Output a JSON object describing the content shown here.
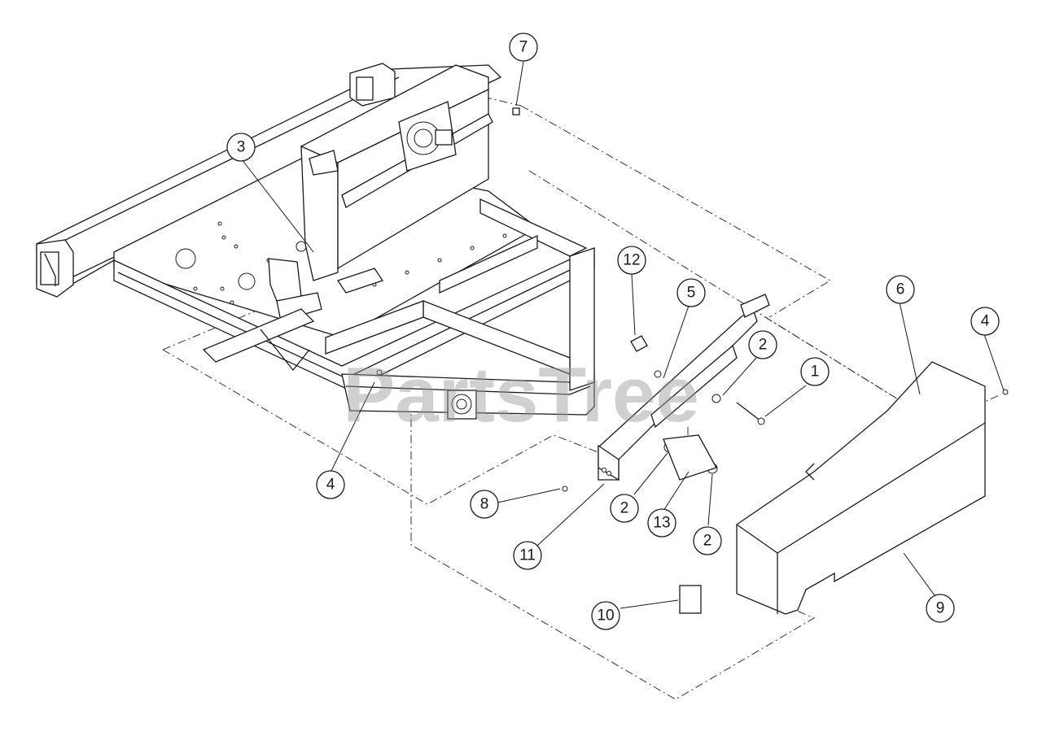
{
  "watermark": "PartsTree",
  "callouts": [
    {
      "id": "callout-1",
      "label": "1"
    },
    {
      "id": "callout-2a",
      "label": "2"
    },
    {
      "id": "callout-2b",
      "label": "2"
    },
    {
      "id": "callout-2c",
      "label": "2"
    },
    {
      "id": "callout-3",
      "label": "3"
    },
    {
      "id": "callout-4a",
      "label": "4"
    },
    {
      "id": "callout-4b",
      "label": "4"
    },
    {
      "id": "callout-5",
      "label": "5"
    },
    {
      "id": "callout-6",
      "label": "6"
    },
    {
      "id": "callout-7",
      "label": "7"
    },
    {
      "id": "callout-8",
      "label": "8"
    },
    {
      "id": "callout-9",
      "label": "9"
    },
    {
      "id": "callout-10",
      "label": "10"
    },
    {
      "id": "callout-11",
      "label": "11"
    },
    {
      "id": "callout-12",
      "label": "12"
    },
    {
      "id": "callout-13",
      "label": "13"
    }
  ]
}
